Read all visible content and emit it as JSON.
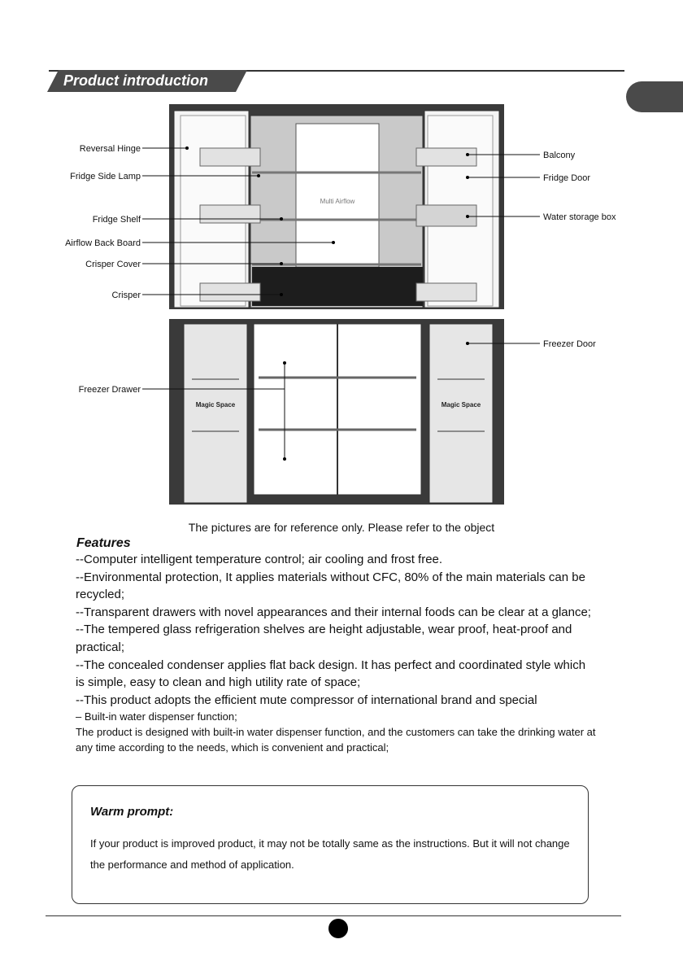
{
  "header": {
    "title": "Product introduction"
  },
  "diagram": {
    "center_text": "Multi Airflow",
    "door_text": "Magic Space",
    "labels_left": [
      "Reversal Hinge",
      "Fridge Side Lamp",
      "Fridge Shelf",
      "Airflow Back Board",
      "Crisper Cover",
      "Crisper",
      "Freezer Drawer"
    ],
    "labels_right": [
      "Balcony",
      "Fridge Door",
      "Water storage box",
      "Freezer Door"
    ]
  },
  "caption": "The pictures are for reference only. Please refer to the object",
  "features": {
    "title": "Features",
    "items": [
      "--Computer intelligent temperature control; air cooling and frost free.",
      "--Environmental protection, It applies materials without CFC, 80% of the main materials can be recycled;",
      "--Transparent drawers with novel appearances and their internal foods can be clear at a glance;",
      "--The tempered glass refrigeration shelves are height adjustable, wear proof, heat-proof and practical;",
      "--The concealed condenser applies flat back design. It has perfect and coordinated style which is simple, easy to clean and high utility rate of space;",
      "--This product adopts the efficient mute compressor of international brand and special",
      "– Built-in water dispenser function;",
      "The product is designed with built-in water dispenser function, and the customers can take the drinking water at any time according to the needs, which is convenient and practical;"
    ]
  },
  "warm_prompt": {
    "title": "Warm prompt:",
    "text": "If your product is improved product, it may not be totally same as the instructions. But it will not change the performance and method of application."
  }
}
